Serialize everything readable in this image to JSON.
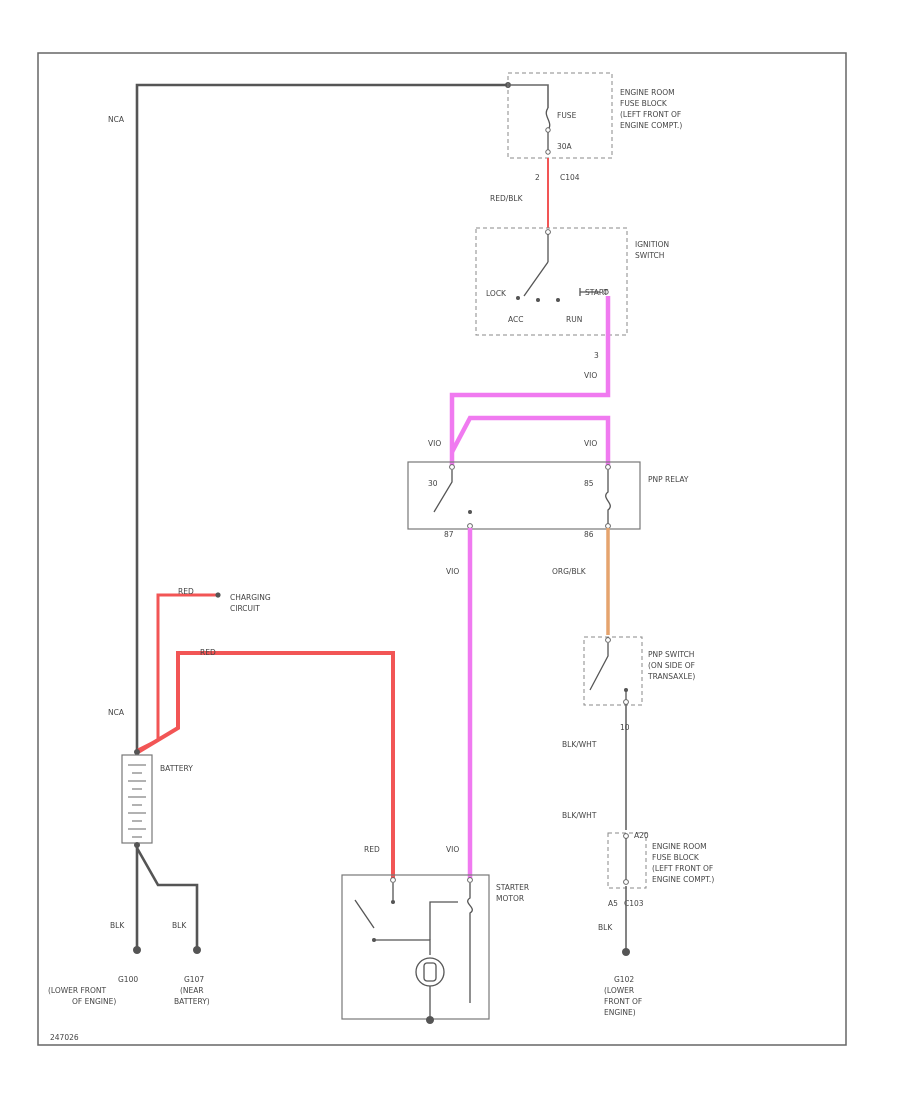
{
  "labels": {
    "nca_top": "NCA",
    "nca_mid": "NCA",
    "fuse_block_top": [
      "ENGINE ROOM",
      "FUSE BLOCK",
      "(LEFT FRONT OF",
      "ENGINE COMPT.)"
    ],
    "fuse_name": "FUSE",
    "fuse_rating": "30A",
    "conn_2": "2",
    "conn_c104": "C104",
    "wire_red_blk": "RED/BLK",
    "ignition_switch": [
      "IGNITION",
      "SWITCH"
    ],
    "lock": "LOCK",
    "start": "START",
    "acc": "ACC",
    "run": "RUN",
    "conn_3": "3",
    "vio_1": "VIO",
    "vio_2": "VIO",
    "vio_3": "VIO",
    "vio_4": "VIO",
    "vio_5": "VIO",
    "pnp_relay": "PNP RELAY",
    "relay_pin_30": "30",
    "relay_pin_85": "85",
    "relay_pin_87": "87",
    "relay_pin_86": "86",
    "wire_org_blk": "ORG/BLK",
    "pnp_switch": [
      "PNP SWITCH",
      "(ON SIDE OF",
      "TRANSAXLE)"
    ],
    "conn_10": "10",
    "blk_wht_1": "BLK/WHT",
    "blk_wht_2": "BLK/WHT",
    "charging_circuit": [
      "CHARGING",
      "CIRCUIT"
    ],
    "red_1": "RED",
    "red_2": "RED",
    "red_3": "RED",
    "battery": "BATTERY",
    "blk_1": "BLK",
    "blk_2": "BLK",
    "blk_3": "BLK",
    "starter_motor": [
      "STARTER",
      "MOTOR"
    ],
    "fuse_block_bottom": [
      "ENGINE ROOM",
      "FUSE BLOCK",
      "(LEFT FRONT OF",
      "ENGINE COMPT.)"
    ],
    "conn_a20": "A20",
    "conn_a5": "A5",
    "conn_c103": "C103",
    "ground_g100": [
      "G100",
      "(LOWER FRONT",
      "OF ENGINE)"
    ],
    "ground_g107": [
      "G107",
      "(NEAR",
      "BATTERY)"
    ],
    "ground_g102": [
      "G102",
      "(LOWER",
      "FRONT OF",
      "ENGINE)"
    ],
    "diagram_id": "247026"
  },
  "colors": {
    "black_wire": "#555555",
    "red_wire": "#f25555",
    "violet_wire": "#f07af0",
    "orange_wire": "#e5a46e"
  }
}
